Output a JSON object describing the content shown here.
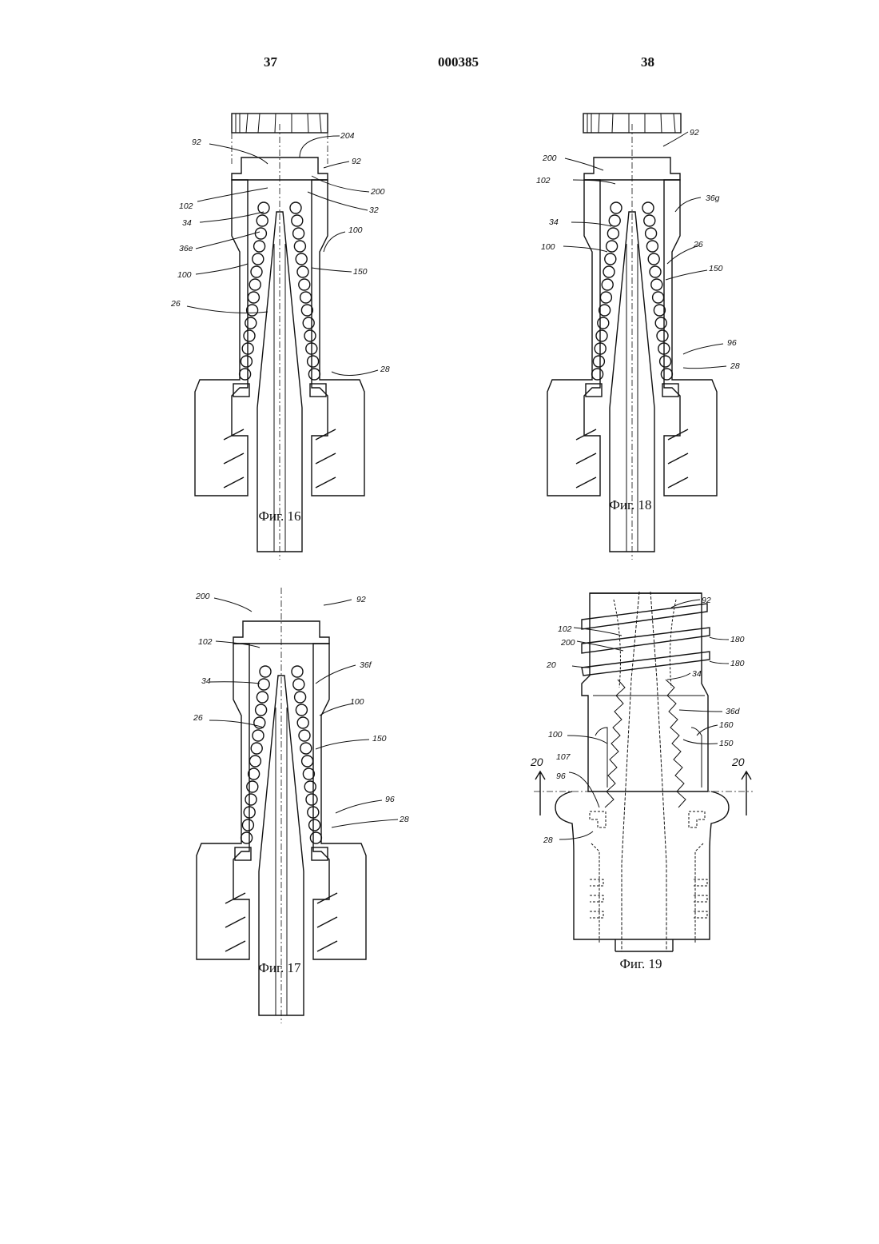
{
  "header": {
    "page_left": "37",
    "doc_number": "000385",
    "page_right": "38"
  },
  "figures": [
    {
      "id": "fig16",
      "caption": "Фиг. 16",
      "labels": [
        "92",
        "204",
        "92",
        "200",
        "32",
        "102",
        "34",
        "36e",
        "100",
        "100",
        "150",
        "26",
        "28"
      ]
    },
    {
      "id": "fig18",
      "caption": "Фиг. 18",
      "labels": [
        "92",
        "200",
        "102",
        "36g",
        "34",
        "100",
        "26",
        "150",
        "96",
        "28"
      ]
    },
    {
      "id": "fig17",
      "caption": "Фиг. 17",
      "labels": [
        "200",
        "92",
        "102",
        "36f",
        "34",
        "100",
        "26",
        "150",
        "96",
        "28"
      ]
    },
    {
      "id": "fig19",
      "caption": "Фиг. 19",
      "labels": [
        "92",
        "102",
        "200",
        "180",
        "20",
        "180",
        "34",
        "36d",
        "100",
        "160",
        "107",
        "150",
        "96",
        "20",
        "20",
        "28"
      ]
    }
  ]
}
